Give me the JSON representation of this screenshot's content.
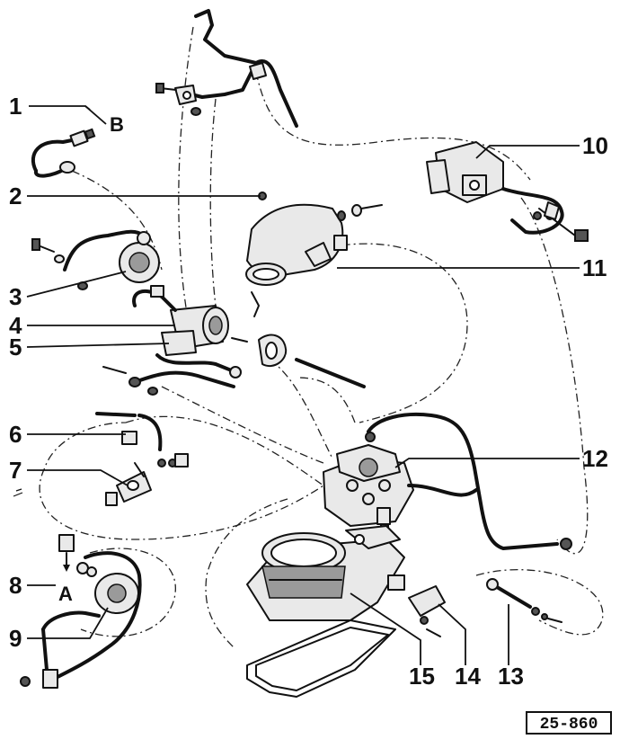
{
  "callouts": {
    "c1": "1",
    "c2": "2",
    "c3": "3",
    "c4": "4",
    "c5": "5",
    "c6": "6",
    "c7": "7",
    "c8": "8",
    "c9": "9",
    "c10": "10",
    "c11": "11",
    "c12": "12",
    "c13": "13",
    "c14": "14",
    "c15": "15"
  },
  "letters": {
    "a": "A",
    "b": "B"
  },
  "reference_code": "25-860"
}
